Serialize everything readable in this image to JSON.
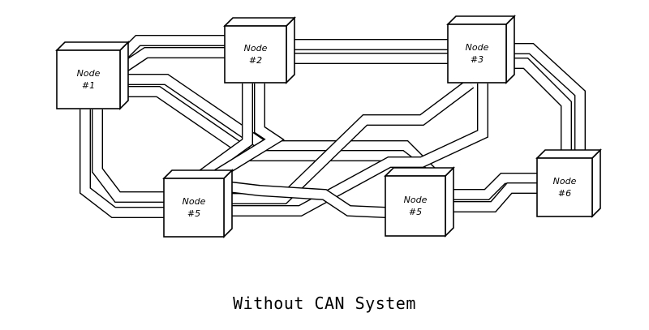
{
  "caption": "Without CAN System",
  "nodes": [
    {
      "id": "n1",
      "line1": "Node",
      "line2": "#1"
    },
    {
      "id": "n2",
      "line1": "Node",
      "line2": "#2"
    },
    {
      "id": "n3",
      "line1": "Node",
      "line2": "#3"
    },
    {
      "id": "n4",
      "line1": "Node",
      "line2": "#5"
    },
    {
      "id": "n5",
      "line1": "Node",
      "line2": "#5"
    },
    {
      "id": "n6",
      "line1": "Node",
      "line2": "#6"
    }
  ],
  "colors": {
    "stroke": "#000000",
    "fill": "#ffffff"
  }
}
